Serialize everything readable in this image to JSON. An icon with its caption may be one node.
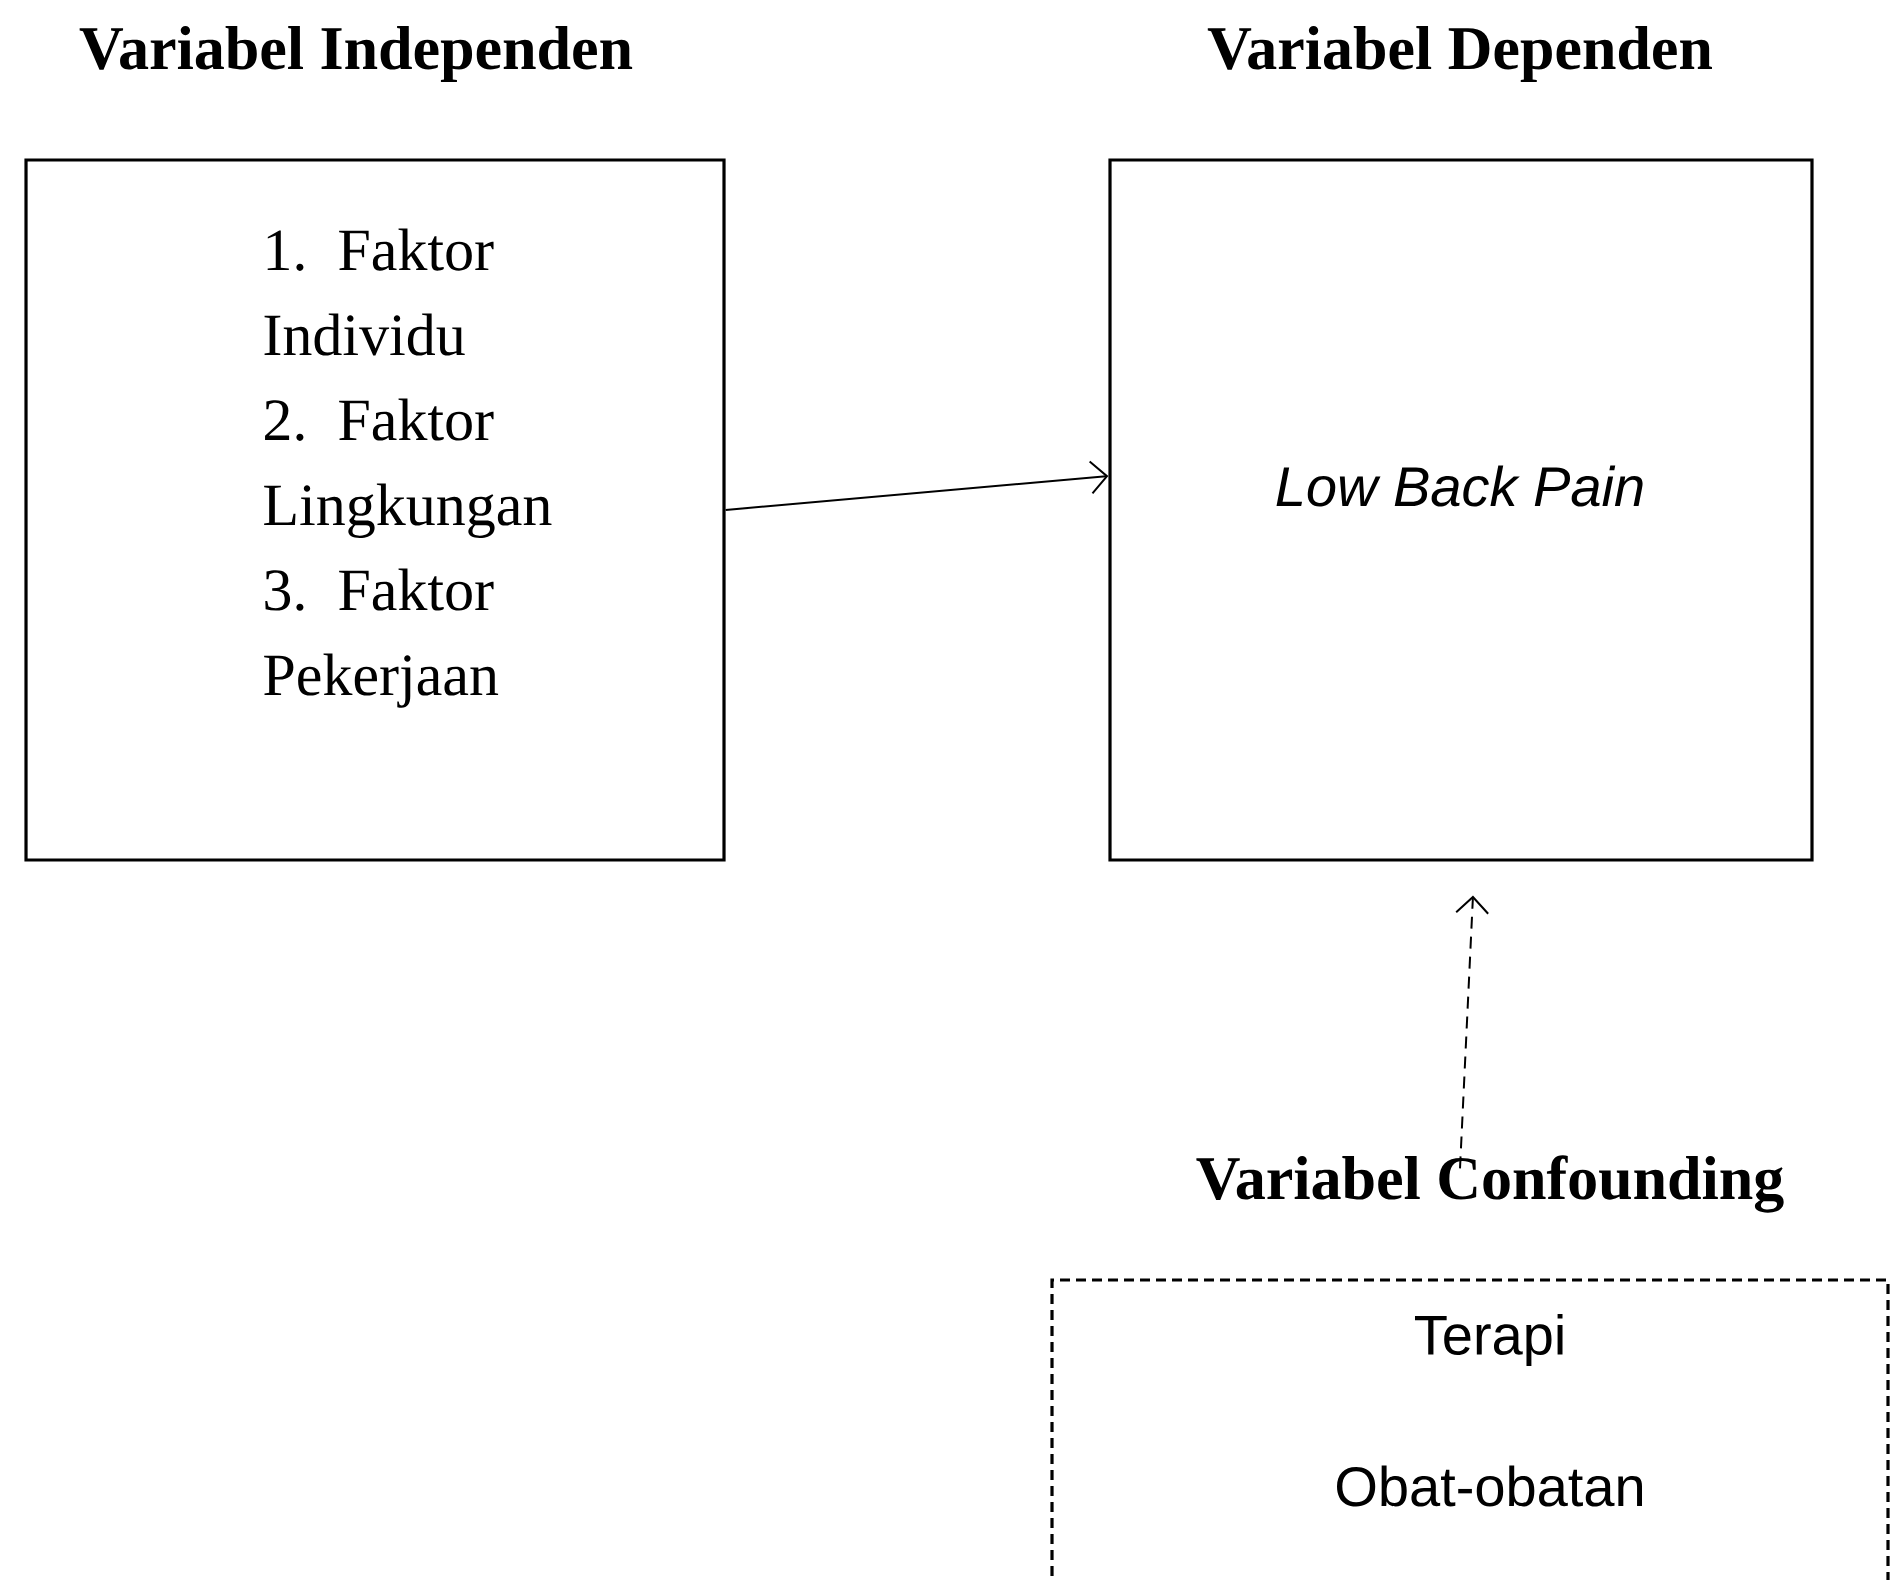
{
  "diagram": {
    "nodes": [
      {
        "text": [
          "Variabel Independen",
          "1. Faktor Individu",
          "2. Faktor Lingkungan",
          "3. Faktor Pekerjaan"
        ]
      },
      {
        "text": [
          "Variabel Dependen",
          "Low Back Pain"
        ]
      },
      {
        "text": [
          "Variabel Confounding",
          "Terapi",
          "Obat-obatan"
        ]
      }
    ],
    "edges": [
      {
        "from": 0,
        "to": 1,
        "arrow": "to"
      },
      {
        "from": 2,
        "to": 1,
        "arrow": "to",
        "style": "dashed"
      }
    ]
  }
}
